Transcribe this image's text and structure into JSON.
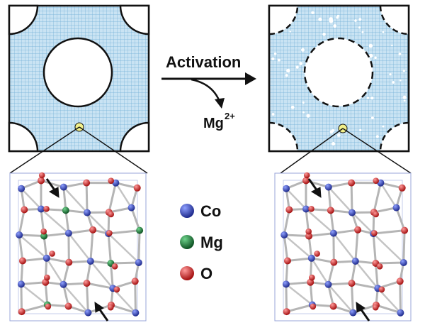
{
  "activation": {
    "label": "Activation",
    "released_ion_symbol": "Mg",
    "released_ion_charge": "2+"
  },
  "legend": [
    {
      "symbol": "Co",
      "color": "#2e3fb6"
    },
    {
      "symbol": "Mg",
      "color": "#1d7a3a"
    },
    {
      "symbol": "O",
      "color": "#e02424"
    }
  ],
  "colors": {
    "pore_fill": "#c9e3f3",
    "grid_line": "#6faed6",
    "bond": "#b5b5b5",
    "frame": "#111111",
    "cell_edge": "#9aa5d8",
    "site_marker": "#f2f08a"
  }
}
